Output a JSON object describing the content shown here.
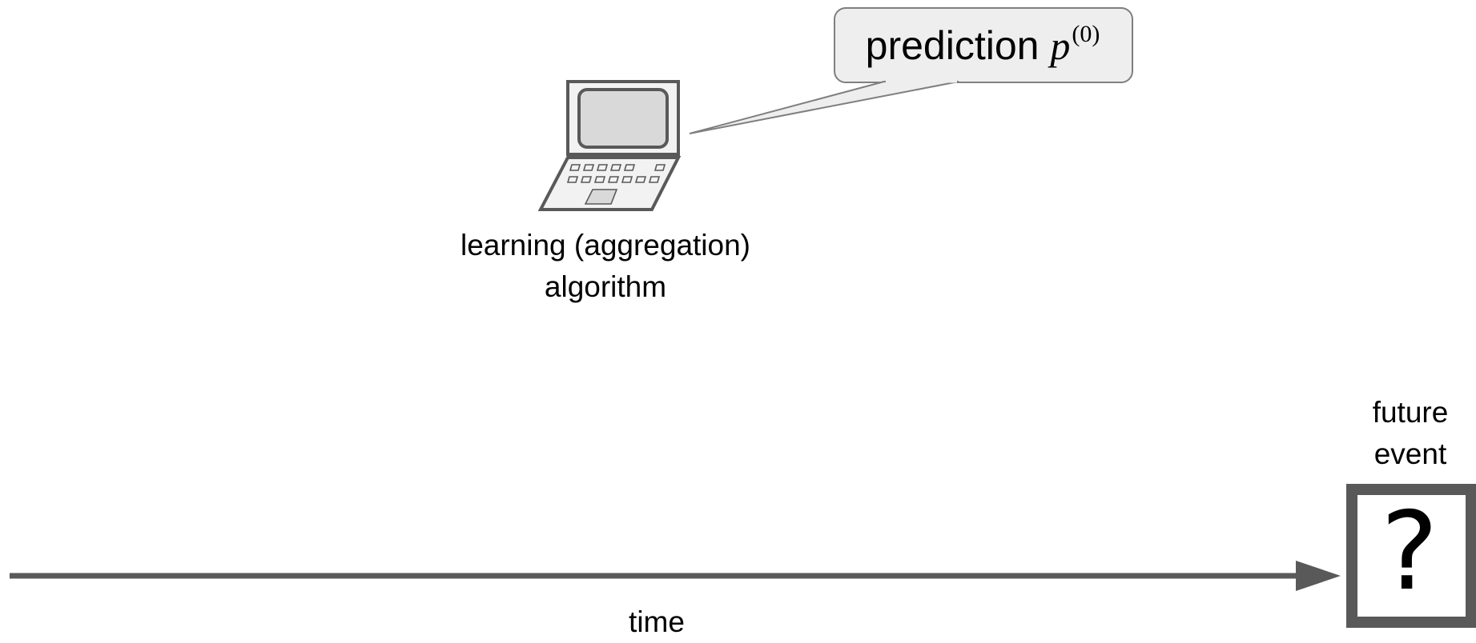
{
  "algorithm": {
    "label_line1": "learning (aggregation)",
    "label_line2": "algorithm",
    "icon": "laptop-icon"
  },
  "speech_bubble": {
    "text": "prediction",
    "variable": "p",
    "superscript": "(0)"
  },
  "future_event": {
    "label_line1": "future",
    "label_line2": "event",
    "symbol": "?"
  },
  "timeline": {
    "label": "time"
  },
  "colors": {
    "stroke": "#595959",
    "laptop_fill": "#f2f2f2",
    "screen_fill": "#d9d9d9",
    "bubble_fill": "#eeeeee",
    "bubble_stroke": "#7f7f7f",
    "arrow": "#595959",
    "text": "#000000"
  }
}
